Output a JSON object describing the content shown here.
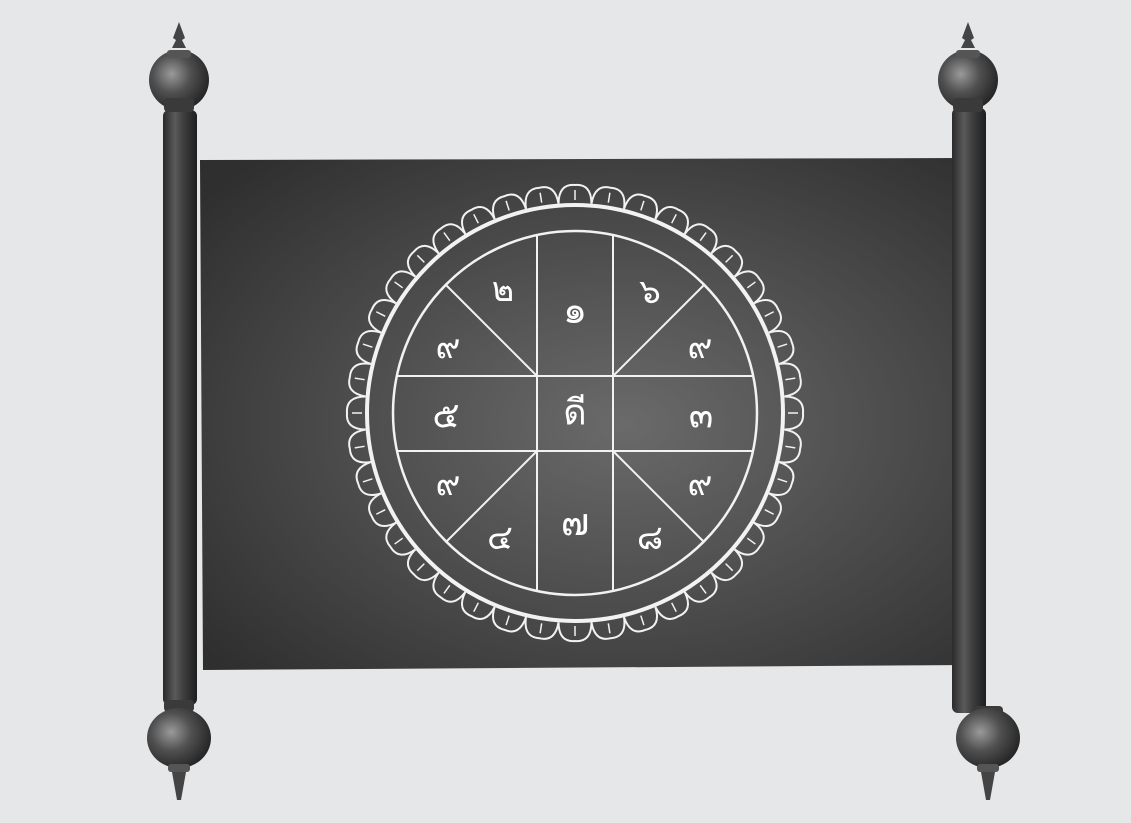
{
  "scroll": {
    "colors": {
      "background": "#e6e7e8",
      "banner": "#4a4a4a",
      "rod": "#3d3d3d",
      "line": "#f2f2f2"
    },
    "yantra": {
      "center": "ดี",
      "cells": {
        "top_left_upper": "๒",
        "top": "๑",
        "top_right_upper": "๖",
        "top_left_lower": "๙",
        "top_right_lower": "๙",
        "left": "๕",
        "right": "๓",
        "bottom_left_upper": "๙",
        "bottom_right_upper": "๙",
        "bottom_left_lower": "๔",
        "bottom": "๗",
        "bottom_right_lower": "๘"
      }
    }
  }
}
